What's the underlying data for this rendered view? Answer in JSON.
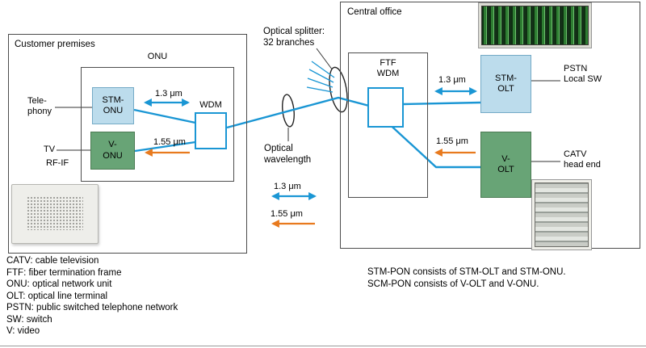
{
  "colors": {
    "fiber_blue": "#1a96d4",
    "arrow_orange": "#e87a1e",
    "stm_box_fill": "#bcdcec",
    "video_box_fill": "#68a476"
  },
  "customer_premises": {
    "title": "Customer premises",
    "onu_group_label": "ONU",
    "stm_onu_label": "STM-\nONU",
    "v_onu_label": "V-\nONU",
    "wdm_label": "WDM",
    "telephony_label": "Tele-\nphony",
    "tv_label": "TV",
    "rf_if_label": "RF-IF",
    "wavelength_13": "1.3 μm",
    "wavelength_155": "1.55 μm"
  },
  "distribution": {
    "splitter_label": "Optical splitter:\n32 branches",
    "wavelength_label": "Optical\nwavelength",
    "wavelength_13": "1.3 μm",
    "wavelength_155": "1.55 μm"
  },
  "central_office": {
    "title": "Central office",
    "ftf_label": "FTF\nWDM",
    "stm_olt_label": "STM-\nOLT",
    "v_olt_label": "V-\nOLT",
    "pstn_label": "PSTN\nLocal SW",
    "catv_label": "CATV\nhead end",
    "wavelength_13": "1.3 μm",
    "wavelength_155": "1.55 μm"
  },
  "legend": {
    "items": [
      "CATV: cable television",
      "FTF: fiber termination frame",
      "ONU: optical network unit",
      "OLT: optical line terminal",
      "PSTN: public switched telephone network",
      "SW: switch",
      "V: video"
    ]
  },
  "notes": {
    "line1": "STM-PON consists of STM-OLT and STM-ONU.",
    "line2": "SCM-PON consists of V-OLT and V-ONU."
  }
}
